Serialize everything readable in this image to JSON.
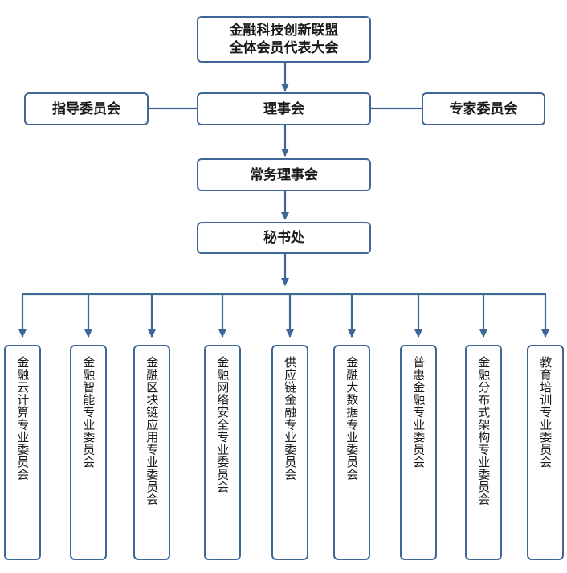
{
  "top": {
    "line1": "金融科技创新联盟",
    "line2": "全体会员代表大会"
  },
  "council": "理事会",
  "guidance_committee": "指导委员会",
  "expert_committee": "专家委员会",
  "standing_council": "常务理事会",
  "secretariat": "秘书处",
  "committees": [
    "金融云计算专业委员会",
    "金融智能专业委员会",
    "金融区块链应用专业委员会",
    "金融网络安全专业委员会",
    "供应链金融专业委员会",
    "金融大数据专业委员会",
    "普惠金融专业委员会",
    "金融分布式架构专业委员会",
    "教育培训专业委员会"
  ],
  "colors": {
    "line": "#3e6697",
    "border": "#3e6697",
    "text": "#1a1a1a"
  }
}
